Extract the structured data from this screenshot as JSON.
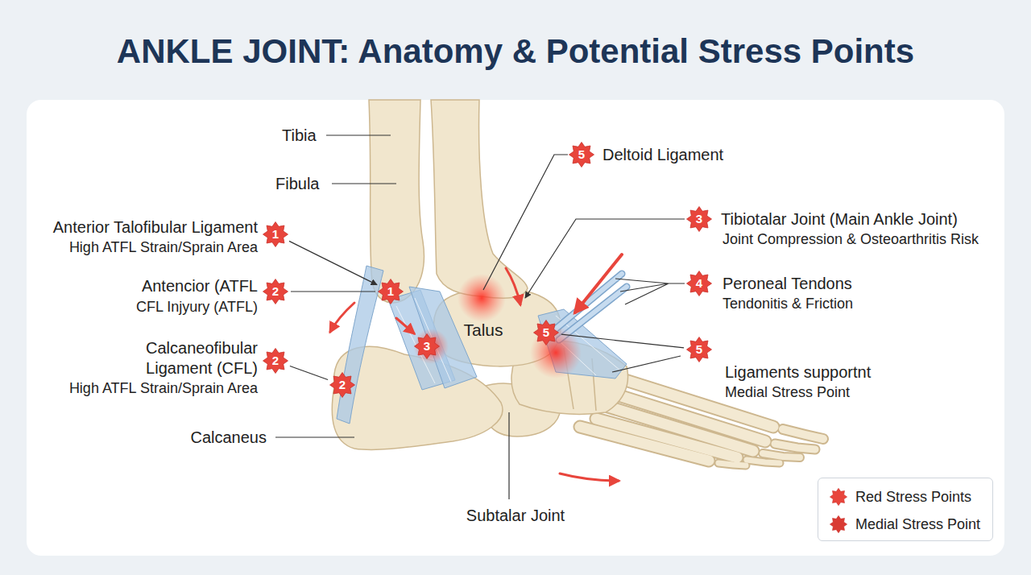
{
  "diagram": {
    "title": "ANKLE JOINT: Anatomy & Potential Stress Points",
    "nodes": [
      {
        "text": [
          "1"
        ]
      },
      {
        "text": [
          "2"
        ]
      },
      {
        "text": [
          "2"
        ]
      },
      {
        "text": [
          "1"
        ]
      },
      {
        "text": [
          "3"
        ]
      },
      {
        "text": [
          "2"
        ]
      },
      {
        "text": [
          "5"
        ]
      },
      {
        "text": [
          "5"
        ]
      },
      {
        "text": [
          "3"
        ]
      },
      {
        "text": [
          "4"
        ]
      },
      {
        "text": [
          "5"
        ]
      }
    ],
    "edges": [
      {
        "from": 0,
        "to": 3,
        "arrow": "to"
      },
      {
        "from": 1,
        "to": 3,
        "arrow": "none"
      },
      {
        "from": 2,
        "to": 5,
        "arrow": "none"
      },
      {
        "from": 10,
        "to": 6,
        "arrow": "none"
      }
    ],
    "labels": [
      "Tibia",
      "Fibula",
      "Anterior Talofibular Ligament",
      "High ATFL Strain/Sprain Area",
      "Antencior (ATFL",
      "CFL Injyury (ATFL)",
      "Calcaneofibular Ligament (CFL)",
      "High ATFL Strain/Sprain Area",
      "Calcaneus",
      "Talus",
      "Subtalar Joint",
      "Deltoid Ligament",
      "Tibiotalar Joint (Main Ankle Joint)",
      "Joint Compression & Osteoarthritis Risk",
      "Peroneal Tendons",
      "Tendonitis & Friction",
      "Ligaments supportnt",
      "Medial Stress Point"
    ],
    "legend": [
      {
        "text": "Red Stress Points"
      },
      {
        "text": "Medial Stress Point"
      }
    ]
  }
}
